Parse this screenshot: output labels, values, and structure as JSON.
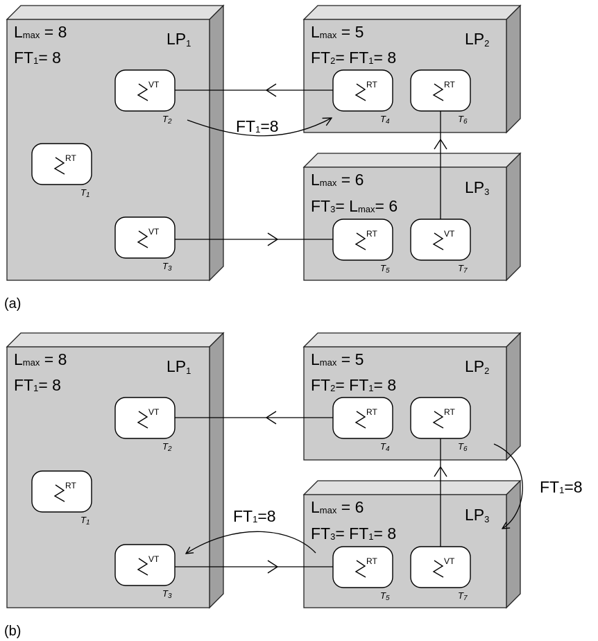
{
  "panels": [
    {
      "label": "(a)",
      "lp1": {
        "lmax_pre": "L",
        "lmax_sub": "max",
        "lmax_post": " = 8",
        "ft_pre": "FT",
        "ft_sub": "1",
        "ft_post": "= 8",
        "lp": "LP",
        "lp_sub": "1"
      },
      "lp2": {
        "lmax_pre": "L",
        "lmax_sub": "max",
        "lmax_post": " = 5",
        "ft_pre": "FT",
        "ft_sub": "2",
        "ft_mid": "= FT",
        "ft_sub2": "1",
        "ft_post": "= 8",
        "lp": "LP",
        "lp_sub": "2"
      },
      "lp3": {
        "lmax_pre": "L",
        "lmax_sub": "max",
        "lmax_post": " = 6",
        "ft_pre": "FT",
        "ft_sub": "3",
        "ft_mid": "= L",
        "ft_sub2": "max",
        "ft_post": "= 6",
        "lp": "LP",
        "lp_sub": "3"
      },
      "msg": {
        "pre": "FT",
        "sub": "1",
        "post": "=8"
      },
      "tasks": [
        {
          "type": "RT",
          "name": "T",
          "sub": "1"
        },
        {
          "type": "VT",
          "name": "T",
          "sub": "2"
        },
        {
          "type": "VT",
          "name": "T",
          "sub": "3"
        },
        {
          "type": "RT",
          "name": "T",
          "sub": "4"
        },
        {
          "type": "RT",
          "name": "T",
          "sub": "5"
        },
        {
          "type": "RT",
          "name": "T",
          "sub": "6"
        },
        {
          "type": "VT",
          "name": "T",
          "sub": "7"
        }
      ]
    },
    {
      "label": "(b)",
      "lp1": {
        "lmax_pre": "L",
        "lmax_sub": "max",
        "lmax_post": " = 8",
        "ft_pre": "FT",
        "ft_sub": "1",
        "ft_post": "= 8",
        "lp": "LP",
        "lp_sub": "1"
      },
      "lp2": {
        "lmax_pre": "L",
        "lmax_sub": "max",
        "lmax_post": " = 5",
        "ft_pre": "FT",
        "ft_sub": "2",
        "ft_mid": "= FT",
        "ft_sub2": "1",
        "ft_post": "= 8",
        "lp": "LP",
        "lp_sub": "2"
      },
      "lp3": {
        "lmax_pre": "L",
        "lmax_sub": "max",
        "lmax_post": " = 6",
        "ft_pre": "FT",
        "ft_sub": "3",
        "ft_mid": "= FT",
        "ft_sub2": "1",
        "ft_post": "= 8",
        "lp": "LP",
        "lp_sub": "3"
      },
      "msg_right": {
        "pre": "FT",
        "sub": "1",
        "post": "=8"
      },
      "msg_left": {
        "pre": "FT",
        "sub": "1",
        "post": "=8"
      },
      "tasks": [
        {
          "type": "RT",
          "name": "T",
          "sub": "1"
        },
        {
          "type": "VT",
          "name": "T",
          "sub": "2"
        },
        {
          "type": "VT",
          "name": "T",
          "sub": "3"
        },
        {
          "type": "RT",
          "name": "T",
          "sub": "4"
        },
        {
          "type": "RT",
          "name": "T",
          "sub": "5"
        },
        {
          "type": "RT",
          "name": "T",
          "sub": "6"
        },
        {
          "type": "VT",
          "name": "T",
          "sub": "7"
        }
      ]
    }
  ]
}
